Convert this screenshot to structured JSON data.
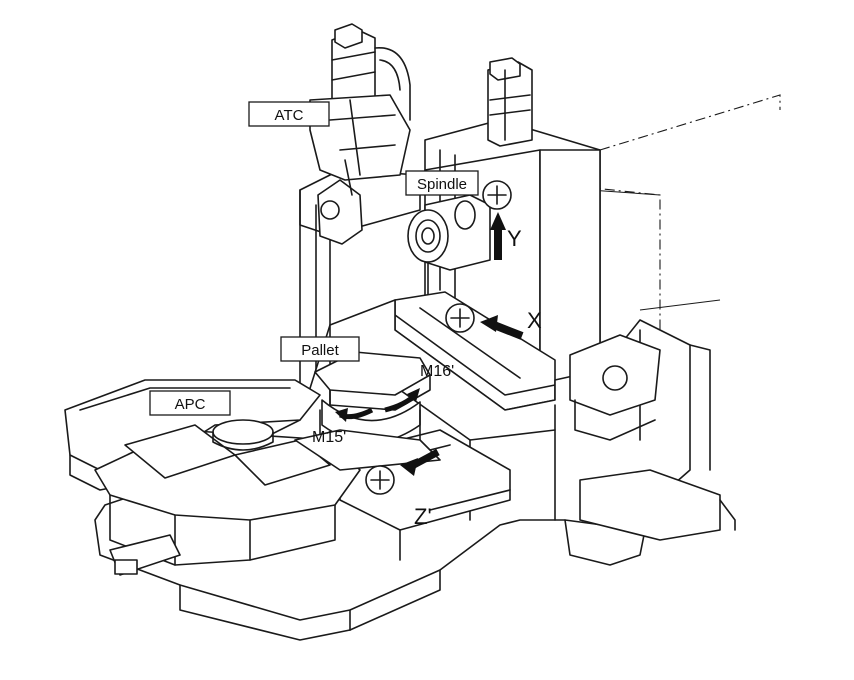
{
  "labels": {
    "atc": "ATC",
    "spindle": "Spindle",
    "pallet": "Pallet",
    "apc": "APC"
  },
  "axes": {
    "y": "Y",
    "x": "X",
    "z": "Z'",
    "m16": "M16'",
    "m15": "M15'"
  }
}
